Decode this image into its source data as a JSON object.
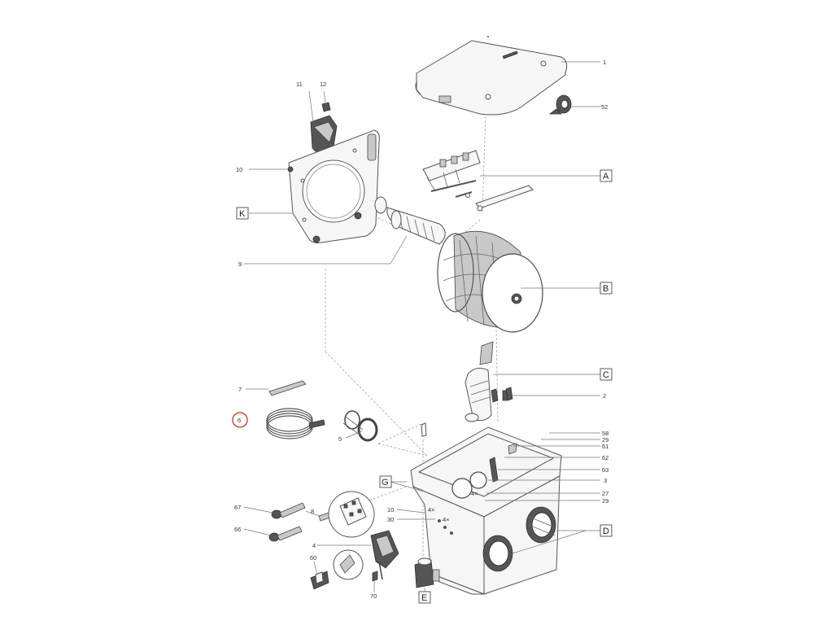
{
  "labels": {
    "p1": "1",
    "p52": "52",
    "p11": "11",
    "p12": "12",
    "p10a": "10",
    "p9": "9",
    "p7": "7",
    "p6": "6",
    "p5": "5",
    "p2": "2",
    "p58": "58",
    "p29a": "29",
    "p61": "61",
    "p62": "62",
    "p63": "63",
    "p3": "3",
    "p27": "27",
    "p29b": "29",
    "p10b": "10",
    "p30": "30",
    "p4x_a": "4×",
    "p4x_b": "4×",
    "p4x_c": "4×",
    "p8": "8",
    "p67": "67",
    "p66": "66",
    "p4": "4",
    "p60": "60",
    "p70": "70"
  },
  "boxes": {
    "A": "A",
    "B": "B",
    "C": "C",
    "D": "D",
    "E": "E",
    "G": "G",
    "K": "K"
  },
  "highlight": {
    "part": "6",
    "color": "#c0392b"
  }
}
